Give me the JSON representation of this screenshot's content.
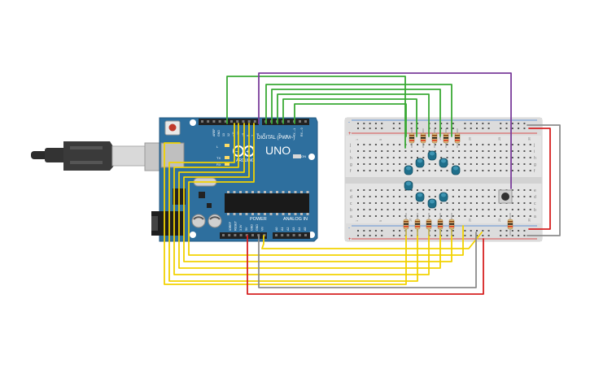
{
  "arduino": {
    "brand": "UNO",
    "logo_text": "ARDUINO",
    "digital_header": "DIGITAL (PWM~)",
    "power_header": "POWER",
    "analog_header": "ANALOG IN",
    "on_label": "ON",
    "tx_label": "TX",
    "rx_label": "RX",
    "l_label": "L",
    "top_pin_labels": [
      "AREF",
      "GND",
      "13",
      "12",
      "~11",
      "~10",
      "~9",
      "8",
      "7",
      "~6",
      "~5",
      "4",
      "~3",
      "2",
      "TX→1",
      "RX←0"
    ],
    "power_pin_labels": [
      "IOREF",
      "RESET",
      "3.3V",
      "5V",
      "GND",
      "GND",
      "Vin"
    ],
    "analog_pin_labels": [
      "A0",
      "A1",
      "A2",
      "A3",
      "A4",
      "A5"
    ]
  },
  "breadboard": {
    "column_numbers": [
      "1",
      "5",
      "10",
      "15",
      "20",
      "25",
      "30"
    ],
    "row_letters_top": [
      "j",
      "i",
      "h",
      "g",
      "f"
    ],
    "row_letters_bottom": [
      "e",
      "d",
      "c",
      "b",
      "a"
    ],
    "rail_plus": "+",
    "rail_minus": "-"
  },
  "colors": {
    "board_blue": "#2e6f9e",
    "wire_yellow": "#f2d200",
    "wire_green": "#3aa935",
    "wire_purple": "#7b3d9b",
    "wire_red": "#d62020",
    "wire_gray": "#8c8c8c",
    "led_body": "#1f6f8b"
  }
}
